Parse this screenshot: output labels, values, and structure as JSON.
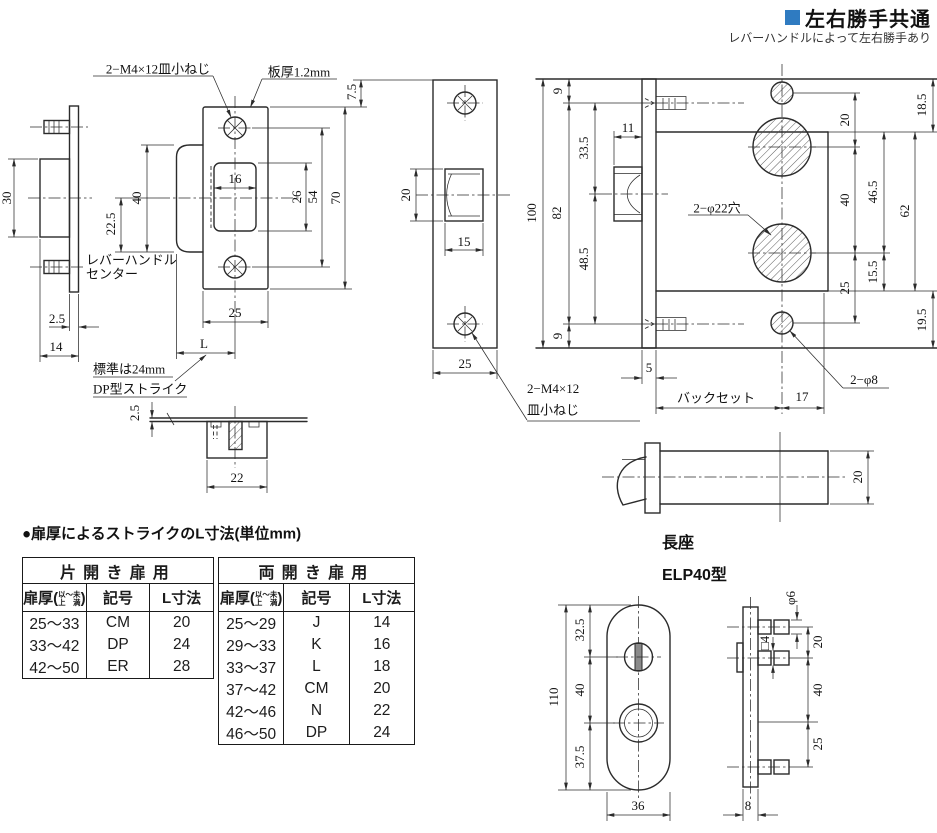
{
  "header": {
    "title": "左右勝手共通",
    "subtitle": "レバーハンドルによって左右勝手あり",
    "accent_color": "#2F7BC1"
  },
  "drawings": {
    "strike_side": {
      "h30": "30",
      "t2_5": "2.5",
      "w14": "14",
      "lever1": "レバーハンドル",
      "lever2": "センター"
    },
    "strike_front": {
      "screw_note": "2−M4×12皿小ねじ",
      "thickness_note": "板厚1.2mm",
      "d7_5": "7.5",
      "d16": "16",
      "d26": "26",
      "d54": "54",
      "d70": "70",
      "d40": "40",
      "d22_5": "22.5",
      "d25": "25",
      "dL": "L",
      "std1": "標準は24mm",
      "std2": "DP型ストライク"
    },
    "strike_top": {
      "t2_5": "2.5",
      "w22": "22"
    },
    "faceplate": {
      "d20": "20",
      "d15": "15",
      "d25": "25",
      "screw1": "2−M4×12",
      "screw2": "皿小ねじ"
    },
    "lock_case": {
      "d9t": "9",
      "d100": "100",
      "d82": "82",
      "d9b": "9",
      "d33_5": "33.5",
      "d48_5": "48.5",
      "d11": "11",
      "d5": "5",
      "backset": "バックセット",
      "d17": "17",
      "d18_5": "18.5",
      "d20": "20",
      "d40": "40",
      "d46_5": "46.5",
      "d62": "62",
      "d25": "25",
      "d15_5": "15.5",
      "d19_5": "19.5",
      "holes22": "2−φ22穴",
      "holes8": "2−φ8"
    },
    "latch_bolt": {
      "d20": "20"
    },
    "rose": {
      "cap1": "長座",
      "cap2": "ELP40型",
      "d110": "110",
      "d32_5": "32.5",
      "d40": "40",
      "d37_5": "37.5",
      "d36": "36",
      "s_phi6": "φ6",
      "s_sq4": "□4",
      "s20": "20",
      "s40": "40",
      "s25": "25",
      "s8": "8"
    }
  },
  "strike_table": {
    "title": "●扉厚によるストライクのL寸法(単位mm)",
    "col_door_main": "扉厚(",
    "col_door_sub_top": "以～未",
    "col_door_sub_bot": "上　満",
    "col_door_end": ")",
    "col_code": "記号",
    "col_size": "L寸法",
    "single": {
      "caption": "片開き扉用",
      "rows": [
        [
          "25～33",
          "CM",
          "20"
        ],
        [
          "33～42",
          "DP",
          "24"
        ],
        [
          "42～50",
          "ER",
          "28"
        ]
      ]
    },
    "double": {
      "caption": "両開き扉用",
      "rows": [
        [
          "25～29",
          "J",
          "14"
        ],
        [
          "29～33",
          "K",
          "16"
        ],
        [
          "33～37",
          "L",
          "18"
        ],
        [
          "37～42",
          "CM",
          "20"
        ],
        [
          "42～46",
          "N",
          "22"
        ],
        [
          "46～50",
          "DP",
          "24"
        ]
      ]
    }
  }
}
